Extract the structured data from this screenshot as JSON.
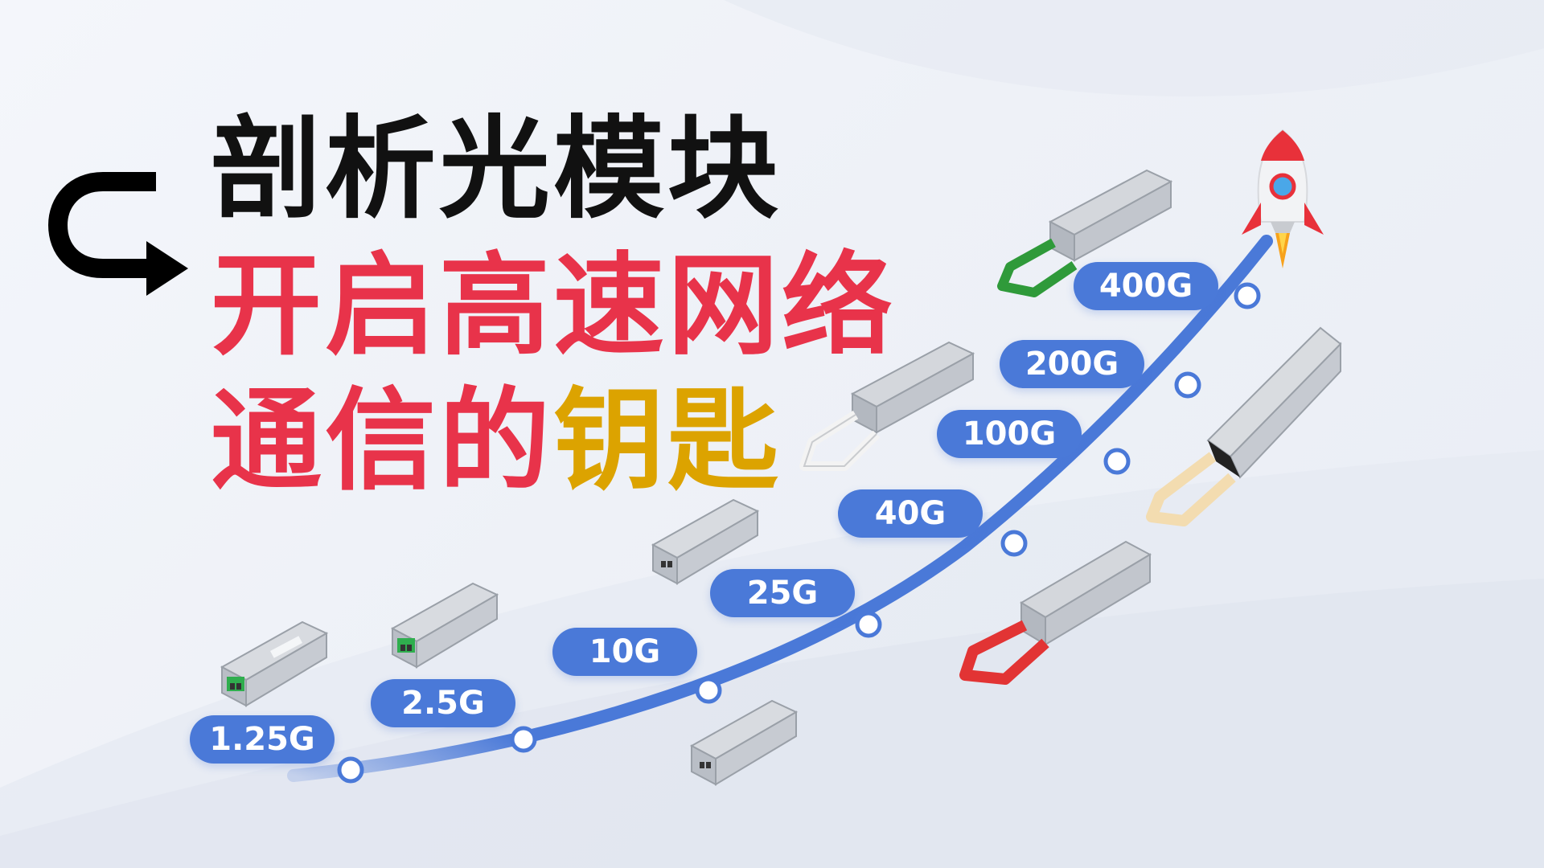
{
  "title": {
    "line1": "剖析光模块",
    "line2": "开启高速网络",
    "line3_main": "通信的",
    "line3_accent": "钥匙"
  },
  "speeds": [
    "1.25G",
    "2.5G",
    "10G",
    "25G",
    "40G",
    "100G",
    "200G",
    "400G"
  ],
  "colors": {
    "title_black": "#111111",
    "title_red": "#e8334a",
    "title_gold": "#dca300",
    "pill_blue": "#4a79d8",
    "curve_blue": "#4a79d8"
  },
  "icons": [
    "curved-arrow-icon",
    "rocket-icon"
  ]
}
